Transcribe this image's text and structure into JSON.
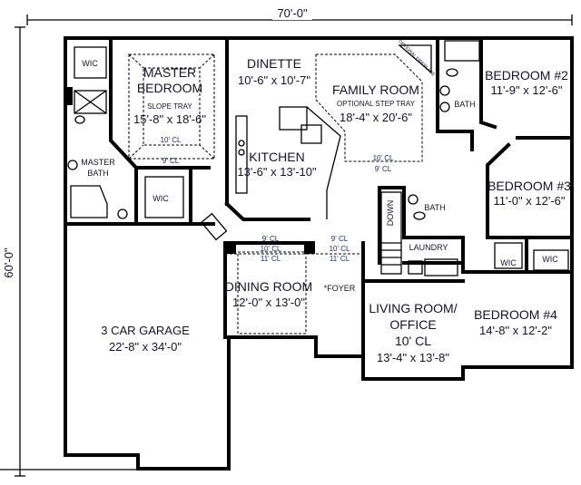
{
  "dimensions": {
    "width": "70'-0\"",
    "depth": "60'-0\""
  },
  "rooms": {
    "master_wic": "WIC",
    "master_bedroom": {
      "name_line1": "MASTER",
      "name_line2": "BEDROOM",
      "note": "SLOPE TRAY",
      "size": "15'-8\" x 18'-6\"",
      "cl_inner": "10' CL",
      "cl_outer": "9' CL"
    },
    "master_bath": {
      "name_line1": "MASTER",
      "name_line2": "BATH"
    },
    "master_wic2": "WIC",
    "dinette": {
      "name": "DINETTE",
      "size": "10'-6\" x 10'-7\""
    },
    "kitchen": {
      "name": "KITCHEN",
      "size": "13'-6\" x 13'-10\""
    },
    "family_room": {
      "name": "FAMILY ROOM",
      "note": "OPTIONAL STEP TRAY",
      "size": "18'-4\" x 20'-6\"",
      "cl_inner": "10' CL",
      "cl_outer": "9' CL",
      "fireplace": "OPTIONAL FIREPLACE"
    },
    "bath_upper": "BATH",
    "bedroom2": {
      "name": "BEDROOM #2",
      "size": "11'-9\" x 12'-6\""
    },
    "bedroom3": {
      "name": "BEDROOM #3",
      "size": "11'-0\" x 12'-6\""
    },
    "bath_lower": "BATH",
    "stairs": "DOWN",
    "laundry": "LAUNDRY",
    "wic_b3": "WIC",
    "wic_b4": "WIC",
    "garage": {
      "name": "3 CAR GARAGE",
      "size": "22'-8\" x 34'-0\""
    },
    "dining_room": {
      "name": "DINING ROOM",
      "size": "12'-0\" x 13'-0\"",
      "cl": [
        "9' CL",
        "10' CL",
        "11' CL"
      ]
    },
    "foyer": {
      "name": "*FOYER",
      "cl": [
        "9' CL",
        "10' CL",
        "11' CL"
      ]
    },
    "living_room": {
      "name_line1": "LIVING ROOM/",
      "name_line2": "OFFICE",
      "cl": "10' CL",
      "size": "13'-4\" x 13'-8\""
    },
    "bedroom4": {
      "name": "BEDROOM #4",
      "size": "14'-8\" x 12'-2\""
    }
  }
}
